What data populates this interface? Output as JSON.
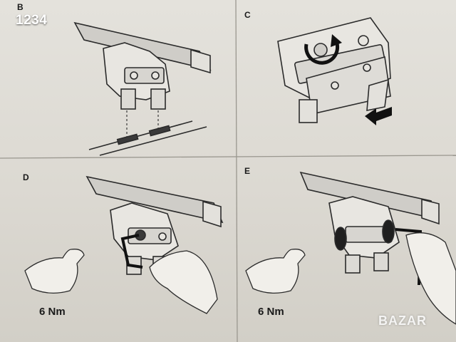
{
  "overlay_number": "1234",
  "panels": {
    "b": {
      "label": "B"
    },
    "c": {
      "label": "C"
    },
    "d": {
      "label": "D",
      "torque": "6 Nm"
    },
    "e": {
      "label": "E",
      "torque": "6 Nm"
    }
  },
  "watermark": "BAZAR",
  "colors": {
    "paper": "#e4e2dc",
    "line": "#2b2b2b",
    "shade": "#bfbdb8",
    "bar": "#cfcdc8"
  }
}
